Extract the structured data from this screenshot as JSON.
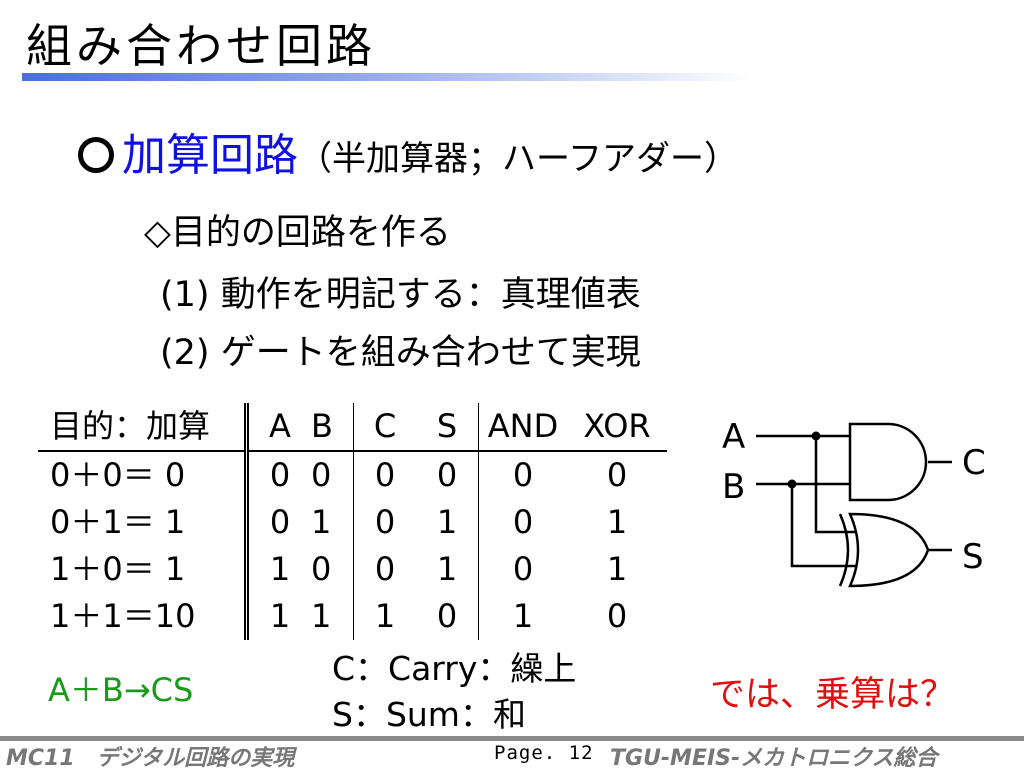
{
  "title": "組み合わせ回路",
  "heading": {
    "main": "加算回路",
    "paren": "（半加算器；ハーフアダー）"
  },
  "subheading": "◇目的の回路を作る",
  "steps": [
    "(1) 動作を明記する：真理値表",
    "(2) ゲートを組み合わせて実現"
  ],
  "truth_table": {
    "headers": [
      "目的：加算",
      "A",
      "B",
      "C",
      "S",
      "AND",
      "XOR"
    ],
    "rows": [
      {
        "eq": "0＋0＝ 0",
        "A": "0",
        "B": "0",
        "C": "0",
        "S": "0",
        "AND": "0",
        "XOR": "0"
      },
      {
        "eq": "0＋1＝ 1",
        "A": "0",
        "B": "1",
        "C": "0",
        "S": "1",
        "AND": "0",
        "XOR": "1"
      },
      {
        "eq": "1＋0＝ 1",
        "A": "1",
        "B": "0",
        "C": "0",
        "S": "1",
        "AND": "0",
        "XOR": "1"
      },
      {
        "eq": "1＋1＝10",
        "A": "1",
        "B": "1",
        "C": "1",
        "S": "0",
        "AND": "1",
        "XOR": "0"
      }
    ]
  },
  "circuit": {
    "input_a": "A",
    "input_b": "B",
    "output_c": "C",
    "output_s": "S",
    "gate_top": "and-gate",
    "gate_bottom": "xor-gate"
  },
  "notes": {
    "ab_to_cs": "A＋B→CS",
    "carry": "C：Carry：繰上",
    "sum": "S：Sum：和"
  },
  "question": "では、乗算は？",
  "footer": {
    "left": "MC11　デジタル回路の実現",
    "page": "Page. 12",
    "right": "TGU-MEIS-メカトロニクス総合"
  },
  "colors": {
    "heading_blue": "#1010e0",
    "notes_green": "#1a9a1a",
    "question_red": "#e01010",
    "underline_blue": "#4a6ed6"
  }
}
